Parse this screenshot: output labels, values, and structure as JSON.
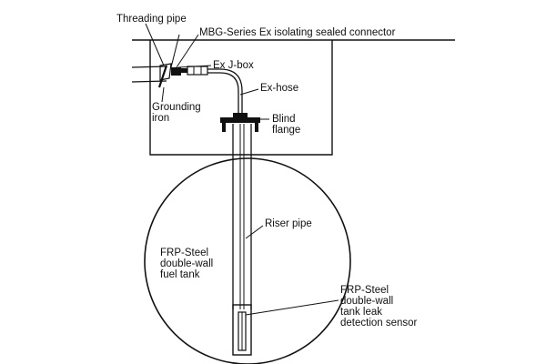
{
  "labels": {
    "threading_pipe": "Threading pipe",
    "connector": "MBG-Series Ex isolating sealed connector",
    "jbox": "Ex J-box",
    "hose": "Ex-hose",
    "grounding_line1": "Grounding",
    "grounding_line2": "iron",
    "blind_line1": "Blind",
    "blind_line2": "flange",
    "riser": "Riser pipe",
    "tank_line1": "FRP-Steel",
    "tank_line2": "double-wall",
    "tank_line3": "fuel tank",
    "sensor_line1": "FRP-Steel",
    "sensor_line2": "double-wall",
    "sensor_line3": "tank leak",
    "sensor_line4": "detection sensor"
  },
  "colors": {
    "line": "#111111",
    "background": "#ffffff"
  }
}
